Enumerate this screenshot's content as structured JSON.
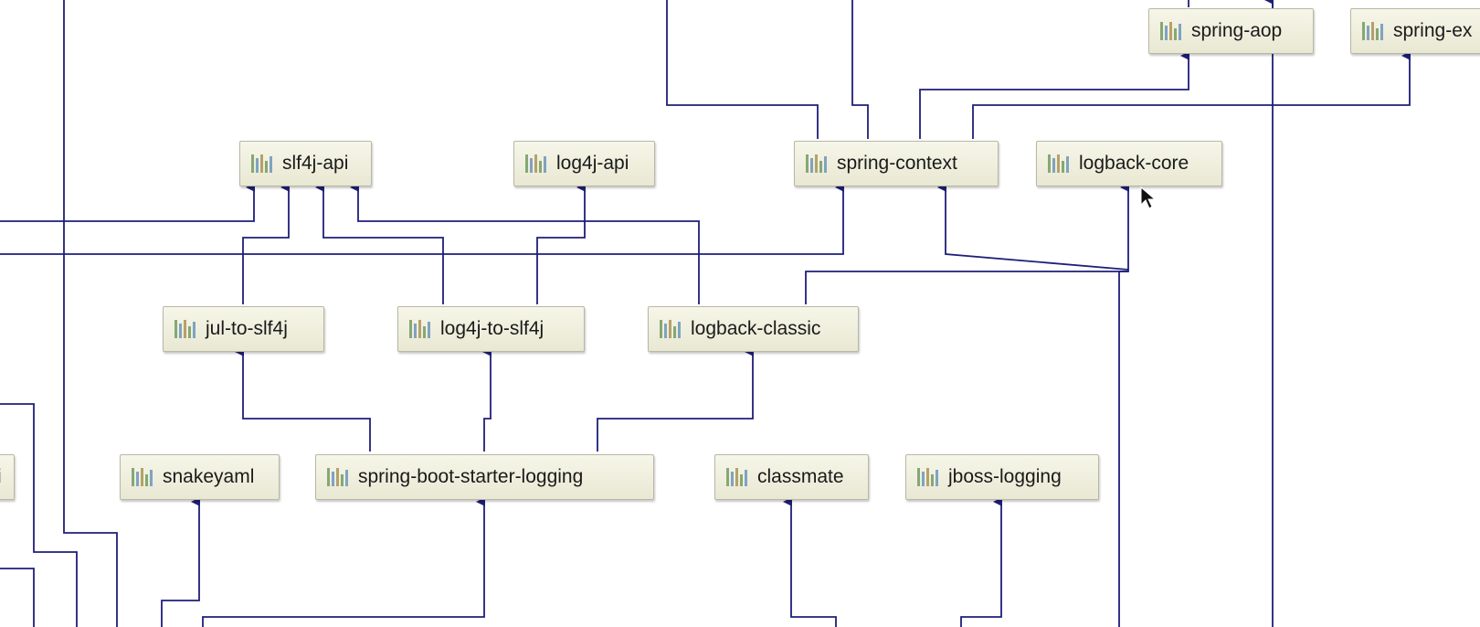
{
  "diagram": {
    "title": "",
    "nodes": [
      {
        "id": "spring-aop",
        "label": "spring-aop",
        "icon": "library-icon"
      },
      {
        "id": "spring-ex",
        "label": "spring-ex",
        "icon": "library-icon"
      },
      {
        "id": "slf4j-api",
        "label": "slf4j-api",
        "icon": "library-icon"
      },
      {
        "id": "log4j-api",
        "label": "log4j-api",
        "icon": "library-icon"
      },
      {
        "id": "spring-context",
        "label": "spring-context",
        "icon": "library-icon"
      },
      {
        "id": "logback-core",
        "label": "logback-core",
        "icon": "library-icon"
      },
      {
        "id": "jul-to-slf4j",
        "label": "jul-to-slf4j",
        "icon": "library-icon"
      },
      {
        "id": "log4j-to-slf4j",
        "label": "log4j-to-slf4j",
        "icon": "library-icon"
      },
      {
        "id": "logback-classic",
        "label": "logback-classic",
        "icon": "library-icon"
      },
      {
        "id": "snakeyaml",
        "label": "snakeyaml",
        "icon": "library-icon"
      },
      {
        "id": "spring-boot-starter-logging",
        "label": "spring-boot-starter-logging",
        "icon": "library-icon"
      },
      {
        "id": "classmate",
        "label": "classmate",
        "icon": "library-icon"
      },
      {
        "id": "jboss-logging",
        "label": "jboss-logging",
        "icon": "library-icon"
      },
      {
        "id": "partial-left",
        "label": "i",
        "icon": ""
      }
    ],
    "edges": [
      {
        "from": "spring-context",
        "to": "spring-aop"
      },
      {
        "from": "spring-context",
        "to": "spring-ex"
      },
      {
        "from": "jul-to-slf4j",
        "to": "slf4j-api"
      },
      {
        "from": "log4j-to-slf4j",
        "to": "slf4j-api"
      },
      {
        "from": "logback-classic",
        "to": "slf4j-api"
      },
      {
        "from": "log4j-to-slf4j",
        "to": "log4j-api"
      },
      {
        "from": "logback-classic",
        "to": "logback-core"
      },
      {
        "from": "spring-boot-starter-logging",
        "to": "jul-to-slf4j"
      },
      {
        "from": "spring-boot-starter-logging",
        "to": "log4j-to-slf4j"
      },
      {
        "from": "spring-boot-starter-logging",
        "to": "logback-classic"
      }
    ],
    "colors": {
      "edge": "#1f1f7a",
      "node_fill": "#eeeedc",
      "node_border": "#b9b7a6",
      "background": "#ffffff"
    }
  }
}
